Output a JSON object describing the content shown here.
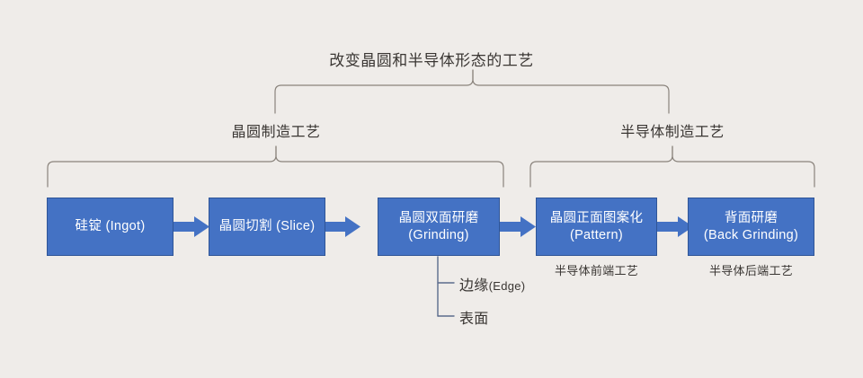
{
  "diagram": {
    "title": "改变晶圆和半导体形态的工艺",
    "groups": [
      {
        "id": "wafer-fabrication",
        "label": "晶圆制造工艺"
      },
      {
        "id": "semiconductor-fabrication",
        "label": "半导体制造工艺"
      }
    ],
    "steps": [
      {
        "id": "ingot",
        "line1": "硅锭 (Ingot)",
        "line2": "",
        "caption": ""
      },
      {
        "id": "slice",
        "line1": "晶圆切割 (Slice)",
        "line2": "",
        "caption": ""
      },
      {
        "id": "grinding",
        "line1": "晶圆双面研磨",
        "line2": "(Grinding)",
        "caption": ""
      },
      {
        "id": "pattern",
        "line1": "晶圆正面图案化",
        "line2": "(Pattern)",
        "caption": "半导体前端工艺"
      },
      {
        "id": "back-grinding",
        "line1": "背面研磨",
        "line2": "(Back Grinding)",
        "caption": "半导体后端工艺"
      }
    ],
    "branches": [
      {
        "id": "edge",
        "cn": "边缘",
        "en": "(Edge)"
      },
      {
        "id": "surface",
        "cn": "表面",
        "en": ""
      }
    ],
    "colors": {
      "background": "#efece9",
      "box_fill": "#4472c4",
      "box_border": "#2f5597",
      "box_text": "#ffffff",
      "label_text": "#3a3633",
      "bracket": "#8a837c",
      "connector": "#5b6b8c"
    }
  }
}
